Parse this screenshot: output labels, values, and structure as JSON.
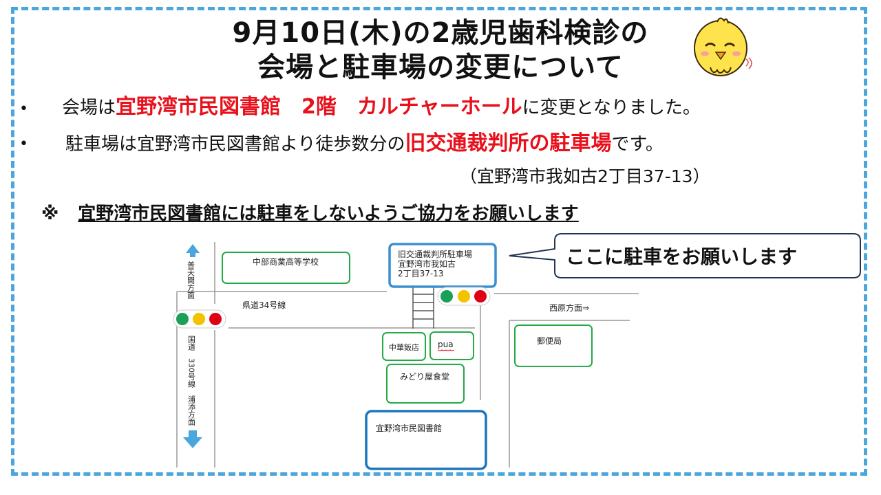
{
  "title": {
    "line1": "9月10日(木)の2歳児歯科検診の",
    "line2": "会場と駐車場の変更について"
  },
  "bullets": [
    {
      "pre": "会場は",
      "highlight": "宜野湾市民図書館　2階　カルチャーホール",
      "post": "に変更となりました。"
    },
    {
      "pre": "駐車場は宜野湾市民図書館より徒歩数分の",
      "highlight": "旧交通裁判所の駐車場",
      "post": "です。"
    }
  ],
  "address": "（宜野湾市我如古2丁目37-13）",
  "note": {
    "mark": "※",
    "text": "宜野湾市民図書館には駐車をしないようご協力をお願いします"
  },
  "callout": "ここに駐車をお願いします",
  "map": {
    "school": "中部商業高等学校",
    "prefectural_road": "県道34号線",
    "north_direction": "普天間方面",
    "national_road": "国道　330号線　浦添方面",
    "parking_box": [
      "旧交通裁判所駐車場",
      "宜野湾市我如古",
      "2丁目37-13"
    ],
    "nishihara": "西原方面⇒",
    "chinese_restaurant": "中華飯店",
    "pua": "pua",
    "post_office": "郵便局",
    "midoriya": "みどり屋食堂",
    "library": "宜野湾市民図書館"
  },
  "colors": {
    "frame": "#4aa6dc",
    "highlight": "#e8101b",
    "building_border": "#22aa44",
    "library_border": "#1b75bc",
    "signal_green": "#1aa057",
    "signal_yellow": "#f3c300",
    "signal_red": "#e00016"
  },
  "icons": [
    "chick-icon",
    "arrow-up-icon",
    "arrow-down-icon",
    "traffic-light-icon"
  ]
}
